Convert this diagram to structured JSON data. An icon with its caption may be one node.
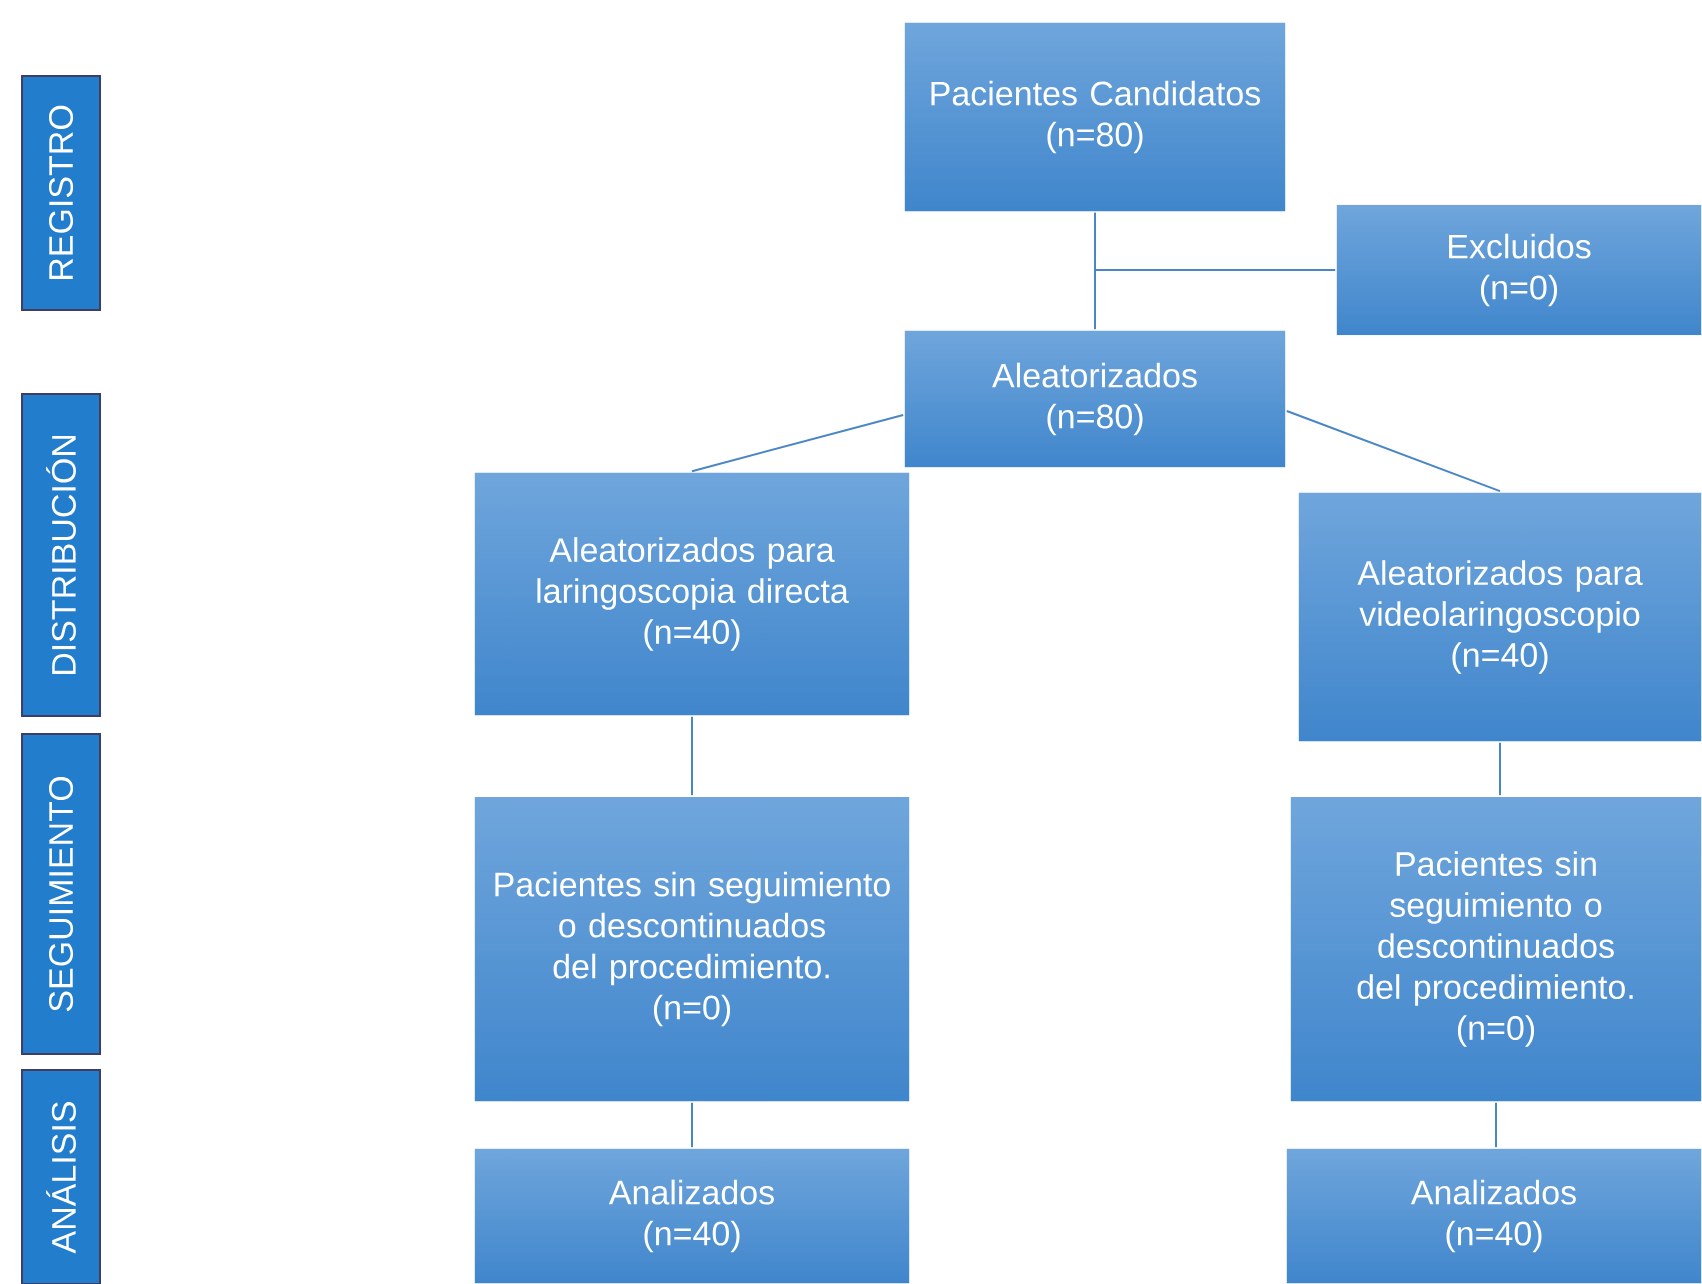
{
  "diagram": {
    "nodes": [
      {
        "text": [
          "REGISTRO"
        ]
      },
      {
        "text": [
          "DISTRIBUCIÓN"
        ]
      },
      {
        "text": [
          "SEGUIMIENTO"
        ]
      },
      {
        "text": [
          "ANÁLISIS"
        ]
      },
      {
        "text": [
          "Pacientes Candidatos",
          "(n=80)"
        ]
      },
      {
        "text": [
          "Excluidos",
          "(n=0)"
        ]
      },
      {
        "text": [
          "Aleatorizados",
          "(n=80)"
        ]
      },
      {
        "text": [
          "Aleatorizados para laringoscopia directa",
          "(n=40)"
        ]
      },
      {
        "text": [
          "Aleatorizados para videolaringoscopio",
          "(n=40)"
        ]
      },
      {
        "text": [
          "Pacientes sin seguimiento o descontinuados del procedimiento.",
          "(n=0)"
        ]
      },
      {
        "text": [
          "Pacientes sin seguimiento o descontinuados del procedimiento.",
          "(n=0)"
        ]
      },
      {
        "text": [
          "Analizados",
          "(n=40)"
        ]
      },
      {
        "text": [
          "Analizados",
          "(n=40)"
        ]
      }
    ],
    "edges": [
      {
        "from": 4,
        "to": 6,
        "arrow": "none"
      },
      {
        "from": 4,
        "to": 5,
        "arrow": "none"
      },
      {
        "from": 6,
        "to": 7,
        "arrow": "none"
      },
      {
        "from": 6,
        "to": 8,
        "arrow": "none"
      },
      {
        "from": 7,
        "to": 9,
        "arrow": "none"
      },
      {
        "from": 9,
        "to": 11,
        "arrow": "none"
      },
      {
        "from": 8,
        "to": 10,
        "arrow": "none"
      },
      {
        "from": 10,
        "to": 12,
        "arrow": "none"
      }
    ]
  }
}
